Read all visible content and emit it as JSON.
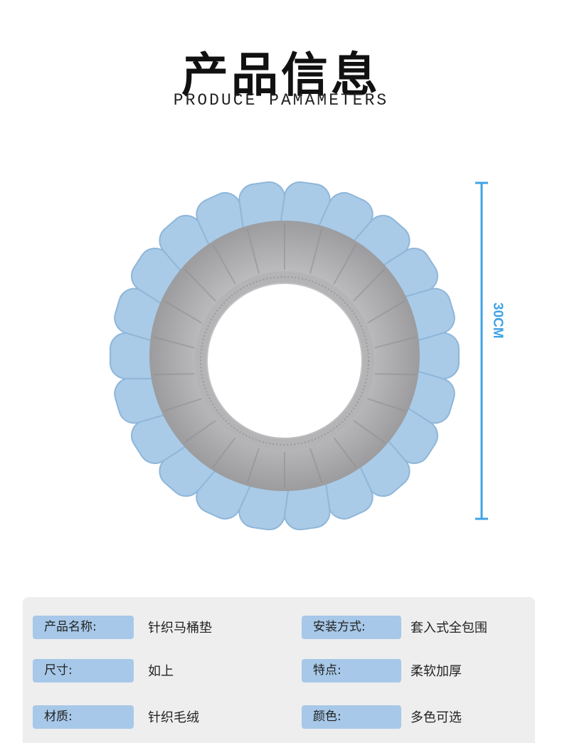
{
  "header": {
    "title": "产品信息",
    "subtitle": "PRODUCE PAMAMETERS"
  },
  "dimension": {
    "label": "30CM",
    "color": "#3fa3e6"
  },
  "colors": {
    "cushion_blue": "#a9cbe7",
    "knit_gray": "#a9a9ab",
    "label_bg": "#a7c8e8",
    "panel_bg": "#eeeeee"
  },
  "specs": [
    {
      "label": "产品名称:",
      "value": "针织马桶垫"
    },
    {
      "label": "安装方式:",
      "value": "套入式全包围"
    },
    {
      "label": "尺寸:",
      "value": "如上"
    },
    {
      "label": "特点:",
      "value": "柔软加厚"
    },
    {
      "label": "材质:",
      "value": "针织毛绒"
    },
    {
      "label": "颜色:",
      "value": "多色可选"
    }
  ]
}
